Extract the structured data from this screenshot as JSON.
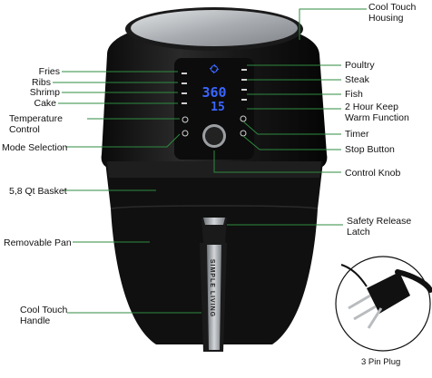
{
  "colors": {
    "leader_line": "#2e8b3f",
    "body": "#141414",
    "lid": "#b9bcbf",
    "display": "#3a66ff",
    "handle_metal": "#9a9fa4"
  },
  "display": {
    "temperature": "360",
    "time": "15"
  },
  "handle_brand": "SIMPLE LIVING",
  "labels_left": [
    {
      "id": "fries",
      "text": "Fries"
    },
    {
      "id": "ribs",
      "text": "Ribs"
    },
    {
      "id": "shrimp",
      "text": "Shrimp"
    },
    {
      "id": "cake",
      "text": "Cake"
    },
    {
      "id": "temperature-control",
      "text": "Temperature\nControl"
    },
    {
      "id": "mode-selection",
      "text": "Mode Selection"
    },
    {
      "id": "basket",
      "text": "5,8 Qt Basket"
    },
    {
      "id": "removable-pan",
      "text": "Removable Pan"
    },
    {
      "id": "cool-touch-handle",
      "text": "Cool Touch\nHandle"
    }
  ],
  "labels_right": [
    {
      "id": "cool-touch-housing",
      "text": "Cool Touch\nHousing"
    },
    {
      "id": "poultry",
      "text": "Poultry"
    },
    {
      "id": "steak",
      "text": "Steak"
    },
    {
      "id": "fish",
      "text": "Fish"
    },
    {
      "id": "keep-warm",
      "text": "2 Hour Keep\nWarm Function"
    },
    {
      "id": "timer",
      "text": "Timer"
    },
    {
      "id": "stop-button",
      "text": "Stop Button"
    },
    {
      "id": "control-knob",
      "text": "Control Knob"
    },
    {
      "id": "safety-release-latch",
      "text": "Safety Release\nLatch"
    }
  ],
  "plug_caption": "3 Pin Plug"
}
